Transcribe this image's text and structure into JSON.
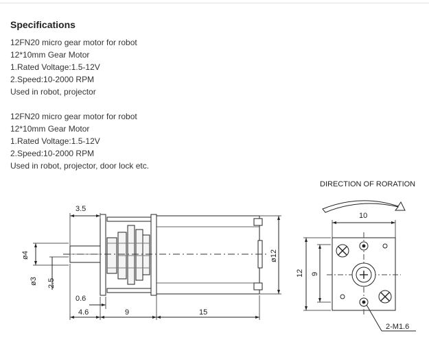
{
  "section": {
    "heading": "Specifications"
  },
  "spec_blocks": [
    {
      "lines": [
        "12FN20 micro gear motor for robot",
        "12*10mm Gear Motor",
        "1.Rated Voltage:1.5-12V",
        "2.Speed:10-2000 RPM",
        "Used in robot, projector"
      ]
    },
    {
      "lines": [
        "12FN20 micro gear motor for robot",
        "12*10mm Gear Motor",
        "1.Rated Voltage:1.5-12V",
        "2.Speed:10-2000 RPM",
        "Used in robot, projector, door lock etc."
      ]
    }
  ],
  "drawing": {
    "side_view": {
      "dim_top": "3.5",
      "dim_shaft_diameter": "ø4",
      "dim_hub_diameter": "ø3",
      "dim_hub_offset": "2.5",
      "dim_body_diameter": "ø12",
      "dim_gap": "0.6",
      "dim_shaft_length": "4.6",
      "dim_gearbox_length": "9",
      "dim_motor_length": "15"
    },
    "end_view": {
      "direction_label": "DIRECTION OF RORATION",
      "dim_width": "10",
      "dim_height_outer": "12",
      "dim_height_inner": "9",
      "screw_label": "2-M1.6"
    }
  }
}
